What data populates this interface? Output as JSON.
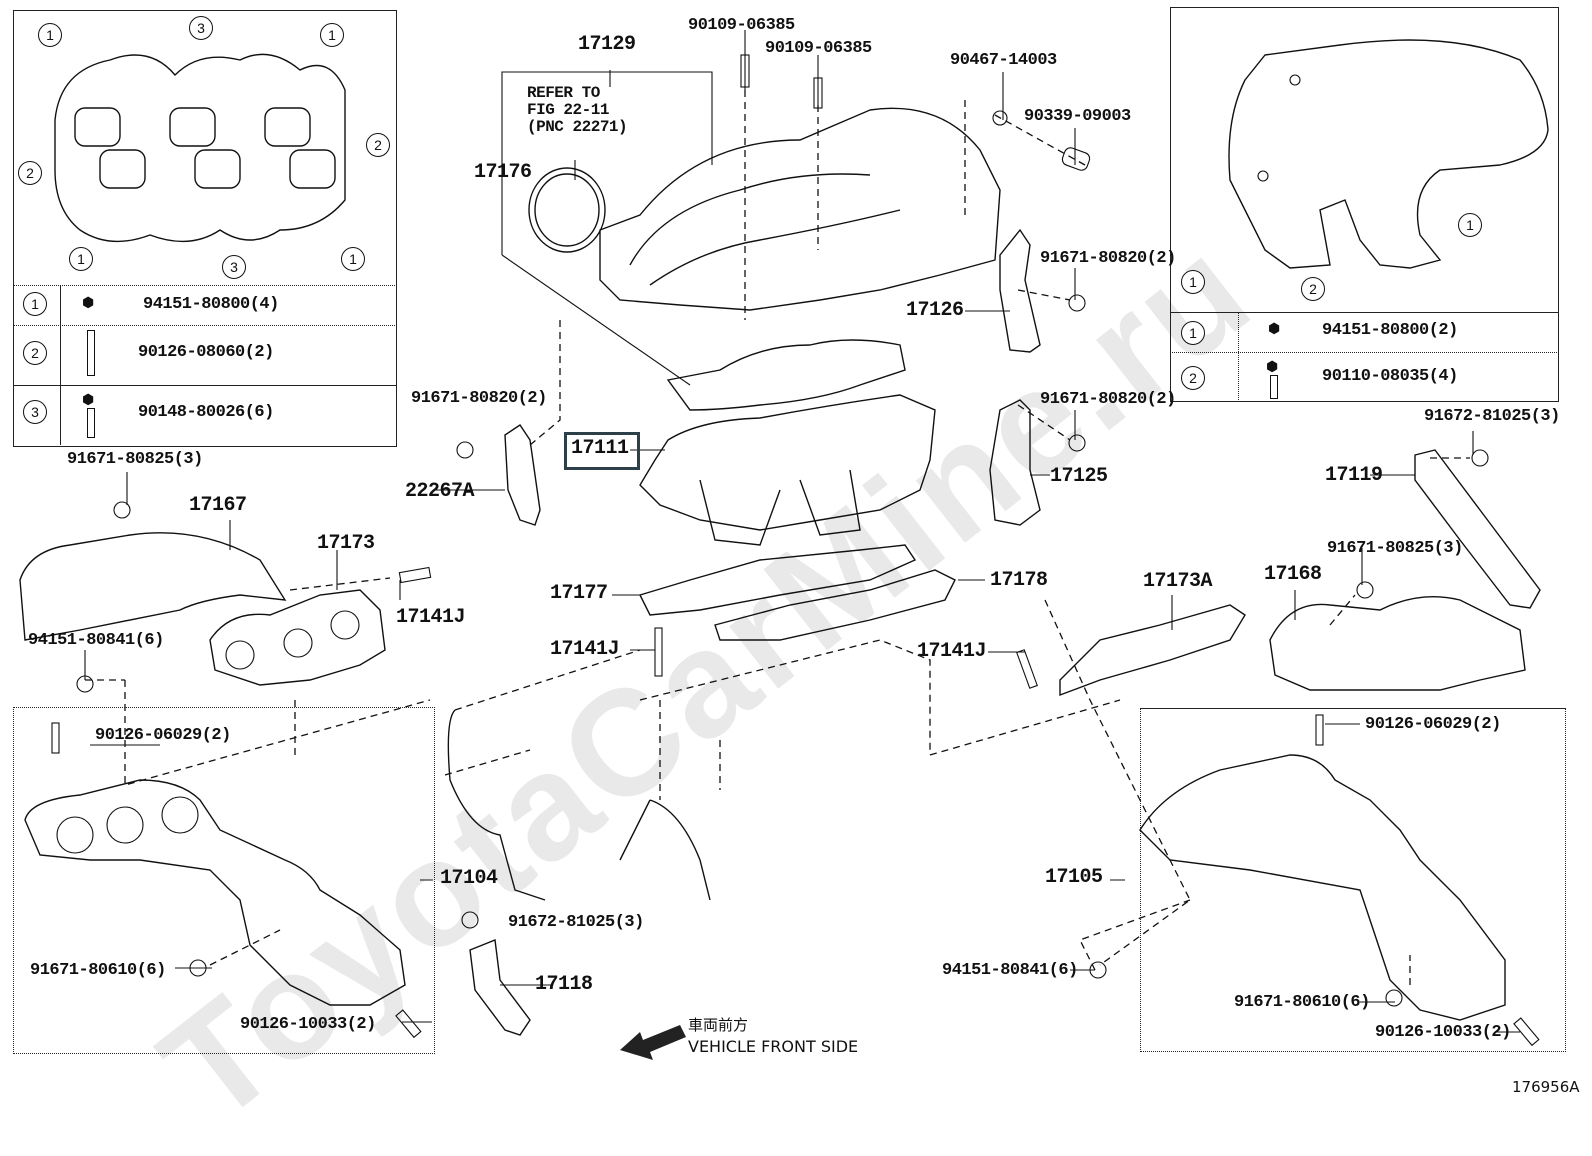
{
  "diagram": {
    "figure_id": "176956A",
    "watermark": "ToyotaCarMine.ru",
    "highlighted_part": "17111",
    "direction_note": {
      "jp": "車両前方",
      "en": "VEHICLE FRONT SIDE",
      "icon": "arrow-down-left-icon"
    },
    "refer_note": "REFER TO\nFIG 22-11\n(PNC 22271)",
    "refer_lines": [
      "REFER TO",
      "FIG 22-11",
      "(PNC 22271)"
    ]
  },
  "inset_left": {
    "callout_numbers": [
      "1",
      "1",
      "1",
      "1",
      "2",
      "2",
      "3",
      "3"
    ],
    "legend": [
      {
        "num": "1",
        "icon": "nut-icon",
        "part": "94151-80800(4)"
      },
      {
        "num": "2",
        "icon": "stud-icon",
        "part": "90126-08060(2)"
      },
      {
        "num": "3",
        "icon": "bolt-icon",
        "part": "90148-80026(6)"
      }
    ]
  },
  "inset_right": {
    "callout_numbers": [
      "1",
      "1",
      "2"
    ],
    "legend": [
      {
        "num": "1",
        "icon": "nut-icon",
        "part": "94151-80800(2)"
      },
      {
        "num": "2",
        "icon": "bolt-icon",
        "part": "90110-08035(4)"
      }
    ]
  },
  "labels": {
    "p17129": "17129",
    "p17176": "17176",
    "p90109a": "90109-06385",
    "p90109b": "90109-06385",
    "p90467": "90467-14003",
    "p90339": "90339-09003",
    "p91671_80820_a": "91671-80820(2)",
    "p17126": "17126",
    "p91671_80820_b": "91671-80820(2)",
    "p91671_80820_c": "91671-80820(2)",
    "p17111": "17111",
    "p22267A": "22267A",
    "p17125": "17125",
    "p91672_81025_a": "91672-81025(3)",
    "p17119": "17119",
    "p91671_80825_a": "91671-80825(3)",
    "p17167": "17167",
    "p17173": "17173",
    "p17141J_a": "17141J",
    "p94151_80841_a": "94151-80841(6)",
    "p17177": "17177",
    "p17178": "17178",
    "p17141J_b": "17141J",
    "p17141J_c": "17141J",
    "p17173A": "17173A",
    "p91671_80825_b": "91671-80825(3)",
    "p17168": "17168",
    "p90126_06029_a": "90126-06029(2)",
    "p17104": "17104",
    "p91671_80610_a": "91671-80610(6)",
    "p90126_10033_a": "90126-10033(2)",
    "p91672_81025_b": "91672-81025(3)",
    "p17118": "17118",
    "p90126_06029_b": "90126-06029(2)",
    "p17105": "17105",
    "p94151_80841_b": "94151-80841(6)",
    "p91671_80610_b": "91671-80610(6)",
    "p90126_10033_b": "90126-10033(2)"
  }
}
